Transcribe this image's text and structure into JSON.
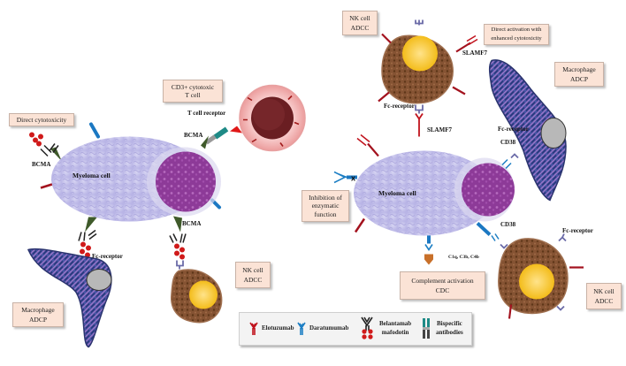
{
  "left_panel": {
    "myeloma_label": "Myeloma cell",
    "boxes": {
      "direct_cytotoxicity": "Direct cytotoxicity",
      "t_cell_line1": "CD3+ cytotoxic",
      "t_cell_line2": "T cell",
      "macrophage_line1": "Macrophage",
      "macrophage_line2": "ADCP",
      "nk_line1": "NK cell",
      "nk_line2": "ADCC"
    },
    "labels": {
      "bcma_left": "BCMA",
      "bcma_top": "BCMA",
      "bcma_bottom": "BCMA",
      "t_cell_receptor": "T cell receptor",
      "fc_receptor": "Fc-receptor"
    }
  },
  "right_panel": {
    "myeloma_label": "Myeloma cell",
    "boxes": {
      "nk_top_line1": "NK cell",
      "nk_top_line2": "ADCC",
      "direct_activation_line1": "Direct activation with",
      "direct_activation_line2": "enhanced cytotoxicity",
      "macrophage_line1": "Macrophage",
      "macrophage_line2": "ADCP",
      "inhibition_line1": "Inhibition of",
      "inhibition_line2": "enzymatic",
      "inhibition_line3": "function",
      "complement_line1": "Complement activation",
      "complement_line2": "CDC",
      "nk_bottom_line1": "NK cell",
      "nk_bottom_line2": "ADCC"
    },
    "labels": {
      "slamf7_top": "SLAMF7",
      "slamf7_mid": "SLAMF7",
      "fc_receptor_top": "Fc-receptor",
      "fc_receptor_right": "Fc-receptor",
      "fc_receptor_bottom": "Fc-receptor",
      "cd38_top": "CD38",
      "cd38_bottom": "CD38",
      "complement_factors": "C1q, C3b, C4b"
    }
  },
  "legend": {
    "items": [
      {
        "label": "Elotuzumab",
        "icon": "red-antibody-icon",
        "color": "#c0121c"
      },
      {
        "label": "Daratumumab",
        "icon": "blue-antibody-icon",
        "color": "#1d7fc4"
      },
      {
        "label_line1": "Belantamab",
        "label_line2": "mafodotin",
        "icon": "conjugated-antibody-icon",
        "color": "#d01a1a"
      },
      {
        "label_line1": "Bispecific",
        "label_line2": "antibodies",
        "icon": "bispecific-antibody-icon",
        "color": "#1e8a86"
      }
    ]
  },
  "colors": {
    "myeloma_cytoplasm": "#c6c3ec",
    "myeloma_nucleus": "#8a3a96",
    "bcma": "#3f5a2a",
    "cd38": "#1877c0",
    "slamf7": "#9a1020",
    "nk_cytoplasm": "#8a5a3a",
    "nk_nucleus": "#f5c518",
    "macrophage": "#4a55a8",
    "t_cell": "#f3b8b8",
    "box_fill": "#fbe3d6"
  }
}
